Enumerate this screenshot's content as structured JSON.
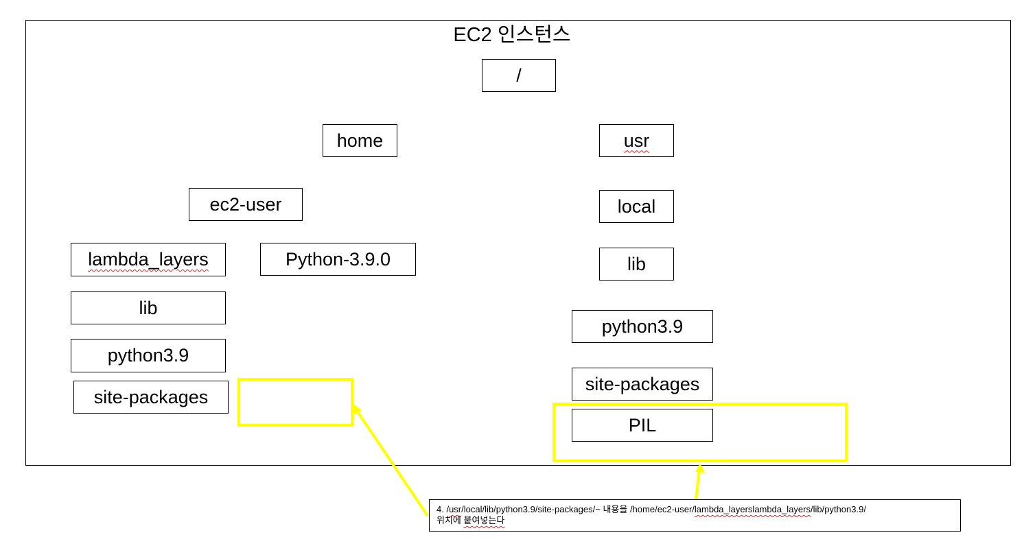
{
  "diagram": {
    "title": "EC2 인스턴스",
    "root": "/",
    "left_branch": {
      "home": "home",
      "ec2_user": "ec2-user",
      "lambda_layers": "lambda_layers",
      "python_src": "Python-3.9.0",
      "lib": "lib",
      "python": "python3.9",
      "site_packages": "site-packages"
    },
    "right_branch": {
      "usr": "usr",
      "local": "local",
      "lib": "lib",
      "python": "python3.9",
      "site_packages": "site-packages",
      "pil": "PIL"
    },
    "note": {
      "prefix": "4. /",
      "usr": "usr",
      "mid1": "/local/lib/python3.9/site-packages/~ 내용을  /home/ec2-user/",
      "layers": "lambda_layerslambda_layers",
      "mid2": "/lib/python3.9/",
      "line2_a": "위치에 ",
      "line2_b": "붙여넣는다"
    },
    "colors": {
      "highlight": "#ffff00",
      "border": "#000000",
      "spellcheck": "#dd2222"
    }
  }
}
